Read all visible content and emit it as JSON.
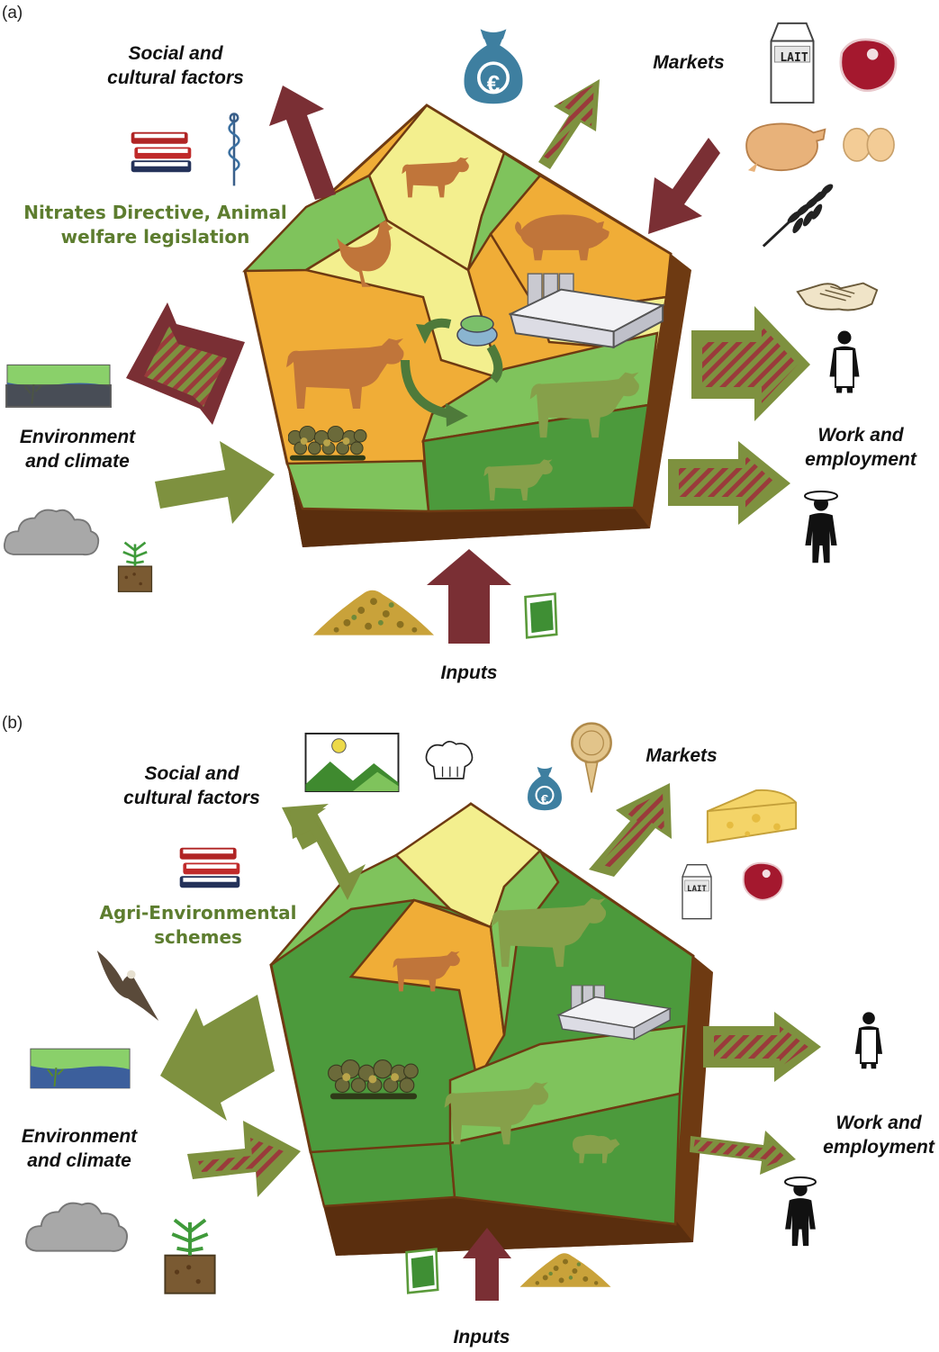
{
  "panels": [
    {
      "label": "(a)",
      "social": [
        "Social and",
        "cultural factors"
      ],
      "markets": "Markets",
      "policy": [
        "Nitrates Directive, Animal",
        "welfare legislation"
      ],
      "environment": [
        "Environment",
        "and climate"
      ],
      "work": [
        "Work and",
        "employment"
      ],
      "inputs": "Inputs",
      "milk_text": "LAIT",
      "money_symbol": "€"
    },
    {
      "label": "(b)",
      "social": [
        "Social and",
        "cultural factors"
      ],
      "markets": "Markets",
      "policy": [
        "Agri-Environmental",
        "schemes"
      ],
      "environment": [
        "Environment",
        "and climate"
      ],
      "work": [
        "Work and",
        "employment"
      ],
      "inputs": "Inputs",
      "milk_text": "LAIT",
      "money_symbol": "€"
    }
  ],
  "colors": {
    "olive_arrow": "#7e913f",
    "maroon_arrow": "#7a2f34",
    "stripe": "#9a3b3b",
    "light_green": "#7fc35c",
    "dark_green": "#4c9a3c",
    "yellow": "#f3ef8e",
    "orange": "#f0ad37",
    "earth": "#6e3a12",
    "animal_brown": "#c0753a",
    "animal_green": "#86a04a",
    "policy_text": "#5d7d2f"
  },
  "icons": [
    "money-bag-icon",
    "milk-carton-icon",
    "meat-icon",
    "chicken-icon",
    "eggs-icon",
    "wheat-icon",
    "books-icon",
    "caduceus-icon",
    "handshake-icon",
    "worker-icon",
    "farmer-icon",
    "cloud-icon",
    "plant-soil-icon",
    "grain-pile-icon",
    "fertilizer-bag-icon",
    "landscape-icon",
    "chef-hat-icon",
    "quality-seal-icon",
    "cheese-icon",
    "eagle-icon",
    "wetland-icon",
    "cow-icon",
    "pig-icon",
    "hen-icon",
    "sheep-icon",
    "barn-icon",
    "biogas-icon",
    "hedge-icon"
  ]
}
